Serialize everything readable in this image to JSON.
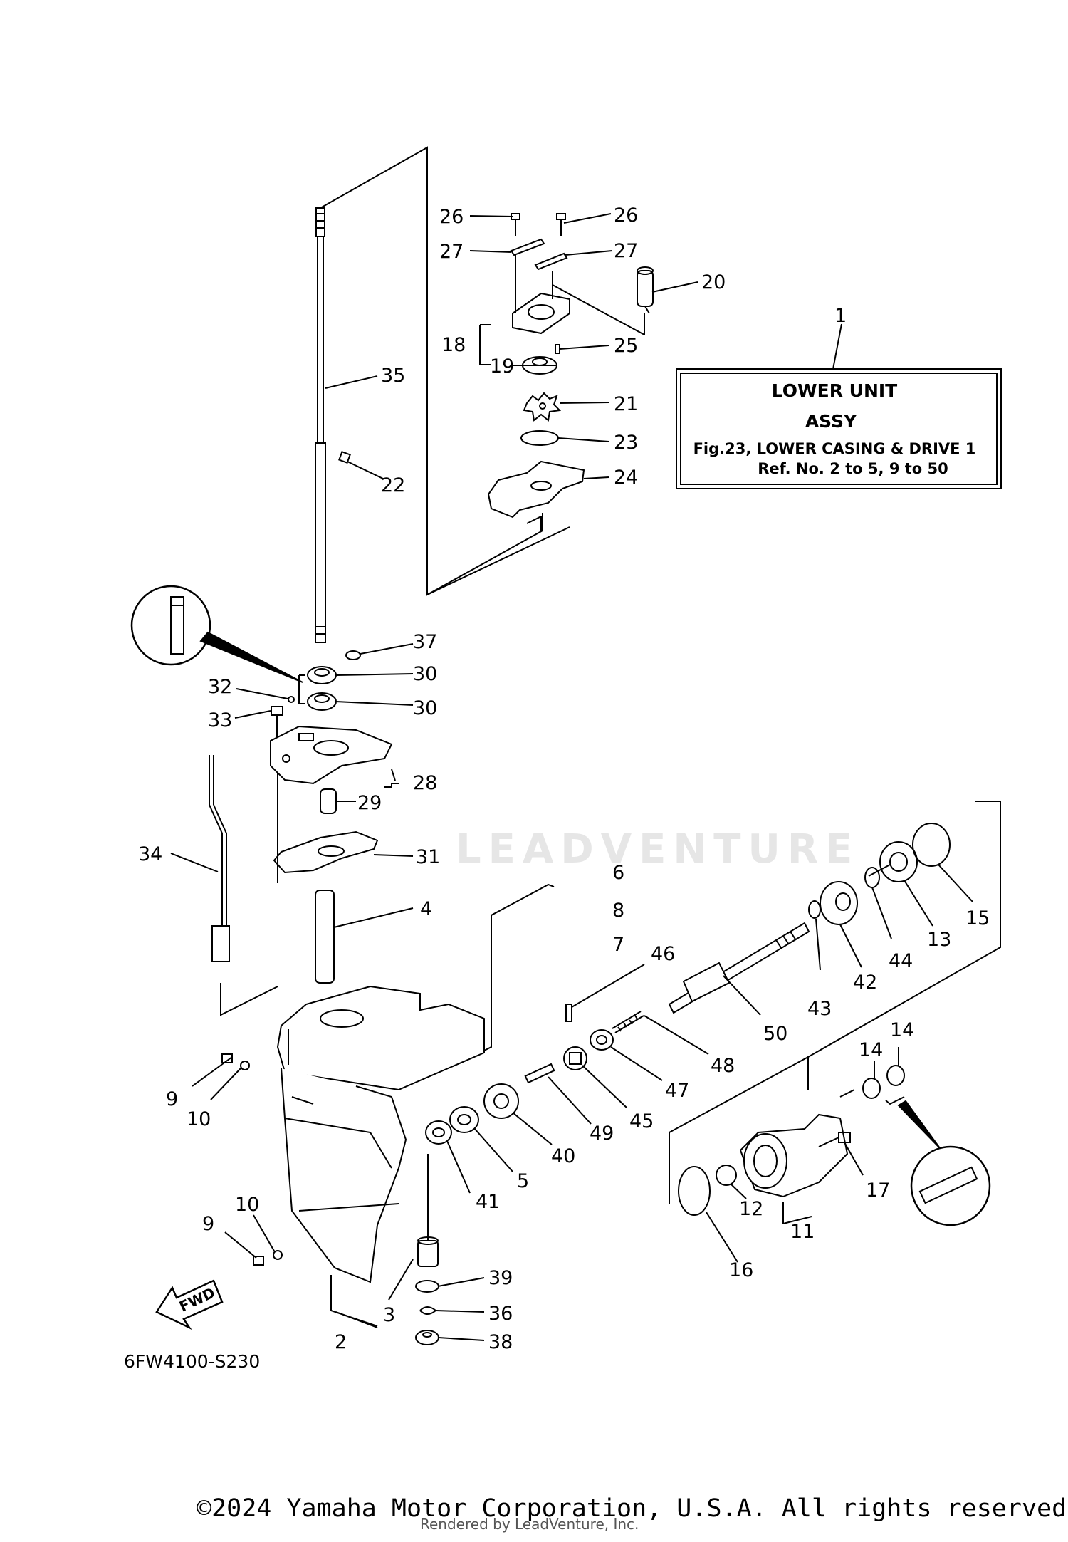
{
  "diagram_code": "6FW4100-S230",
  "info_box": {
    "title": "LOWER UNIT",
    "subtitle": "ASSY",
    "line1": "Fig.23, LOWER CASING & DRIVE 1",
    "line2": "Ref. No. 2 to 5, 9 to 50"
  },
  "watermark": "LEADVENTURE",
  "badges": {
    "fwd": "FWD"
  },
  "copyright": "©2024 Yamaha Motor Corporation, U.S.A. All rights reserved.",
  "rendered_by": "Rendered by LeadVenture, Inc.",
  "callouts": {
    "c1": "1",
    "c2": "2",
    "c3": "3",
    "c4": "4",
    "c5": "5",
    "c6": "6",
    "c7": "7",
    "c8": "8",
    "c9a": "9",
    "c9b": "9",
    "c10a": "10",
    "c10b": "10",
    "c11": "11",
    "c12": "12",
    "c13": "13",
    "c14a": "14",
    "c14b": "14",
    "c15": "15",
    "c16": "16",
    "c17": "17",
    "c18": "18",
    "c19": "19",
    "c20": "20",
    "c21": "21",
    "c22": "22",
    "c23": "23",
    "c24": "24",
    "c25": "25",
    "c26a": "26",
    "c26b": "26",
    "c27a": "27",
    "c27b": "27",
    "c28": "28",
    "c29": "29",
    "c30a": "30",
    "c30b": "30",
    "c31": "31",
    "c32": "32",
    "c33": "33",
    "c34": "34",
    "c35": "35",
    "c36": "36",
    "c37": "37",
    "c38": "38",
    "c39": "39",
    "c40": "40",
    "c41": "41",
    "c42": "42",
    "c43": "43",
    "c44": "44",
    "c45": "45",
    "c46": "46",
    "c47": "47",
    "c48": "48",
    "c49": "49",
    "c50": "50"
  }
}
